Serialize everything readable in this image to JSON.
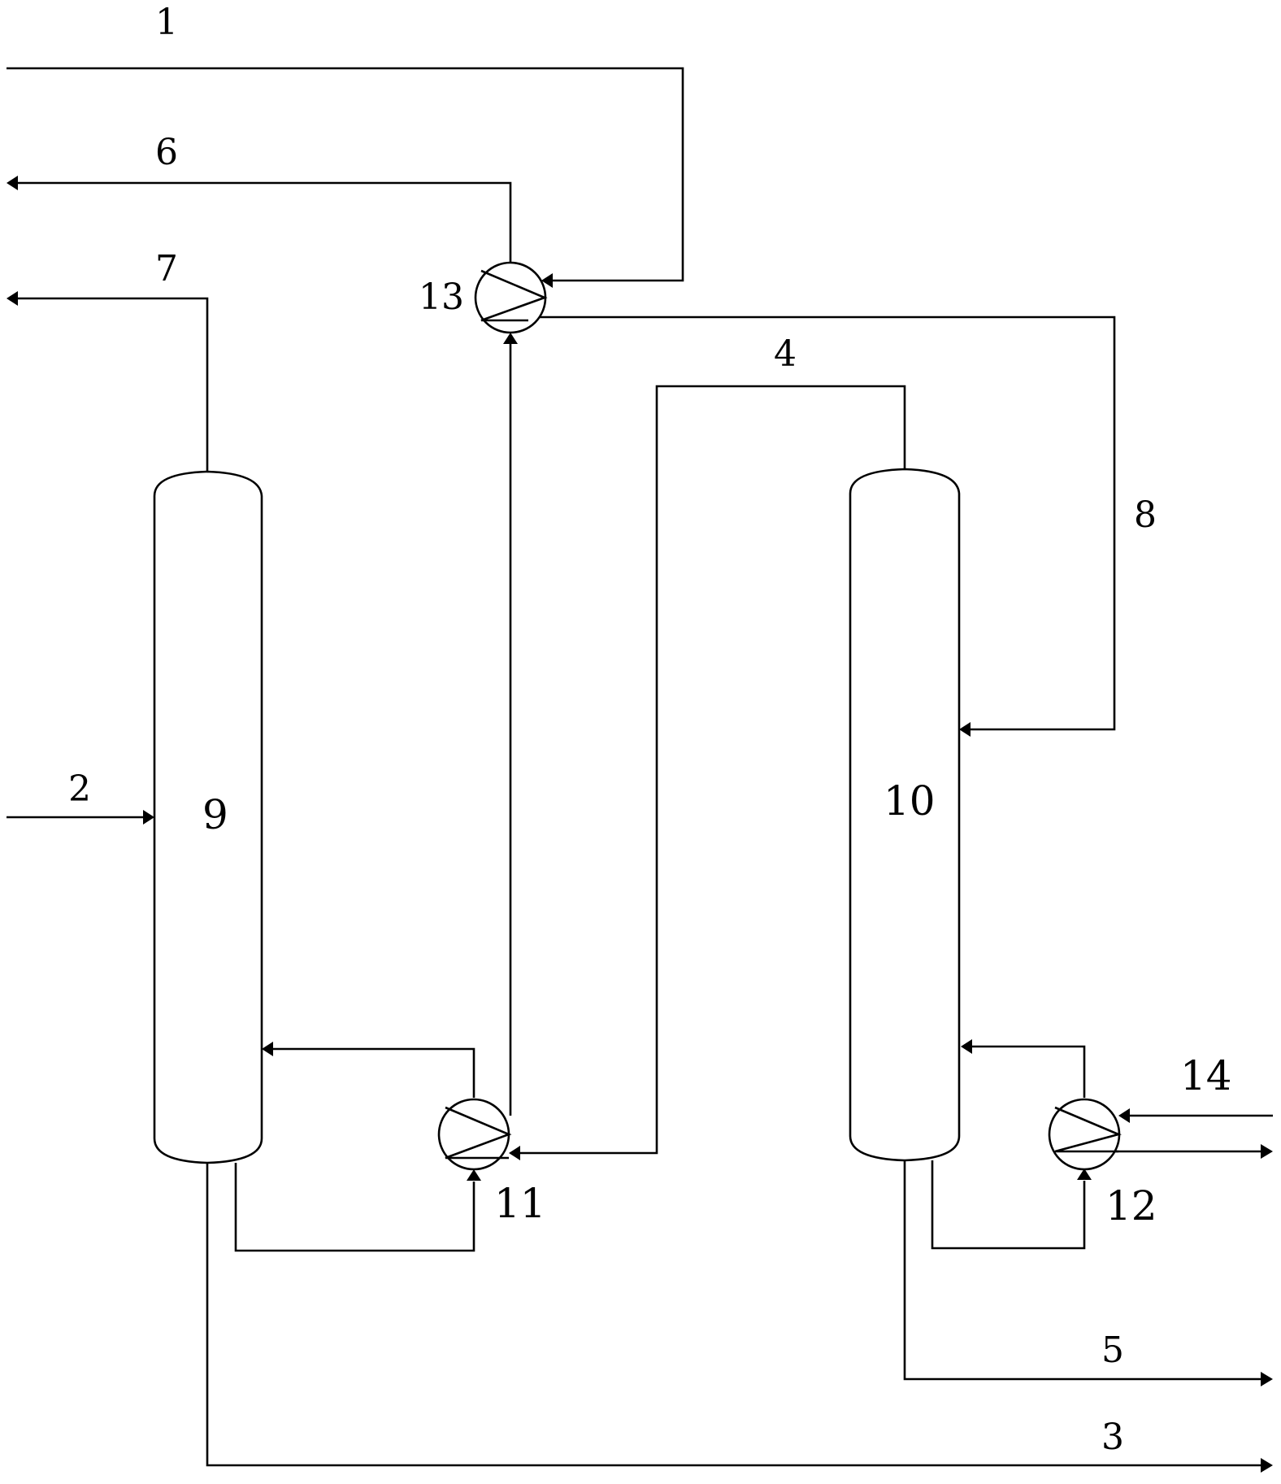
{
  "diagram": {
    "streams": {
      "s1": "1",
      "s2": "2",
      "s3": "3",
      "s4": "4",
      "s5": "5",
      "s6": "6",
      "s7": "7",
      "s8": "8",
      "s14": "14"
    },
    "equipment": {
      "column_9": "9",
      "column_10": "10",
      "reboiler_11": "11",
      "reboiler_12": "12",
      "exchanger_13": "13"
    },
    "icons": {
      "column": "distillation-column-icon",
      "heat_exchanger": "heat-exchanger-icon",
      "arrow": "flow-arrow-icon"
    },
    "colors": {
      "line": "#000000",
      "background": "#ffffff"
    }
  }
}
